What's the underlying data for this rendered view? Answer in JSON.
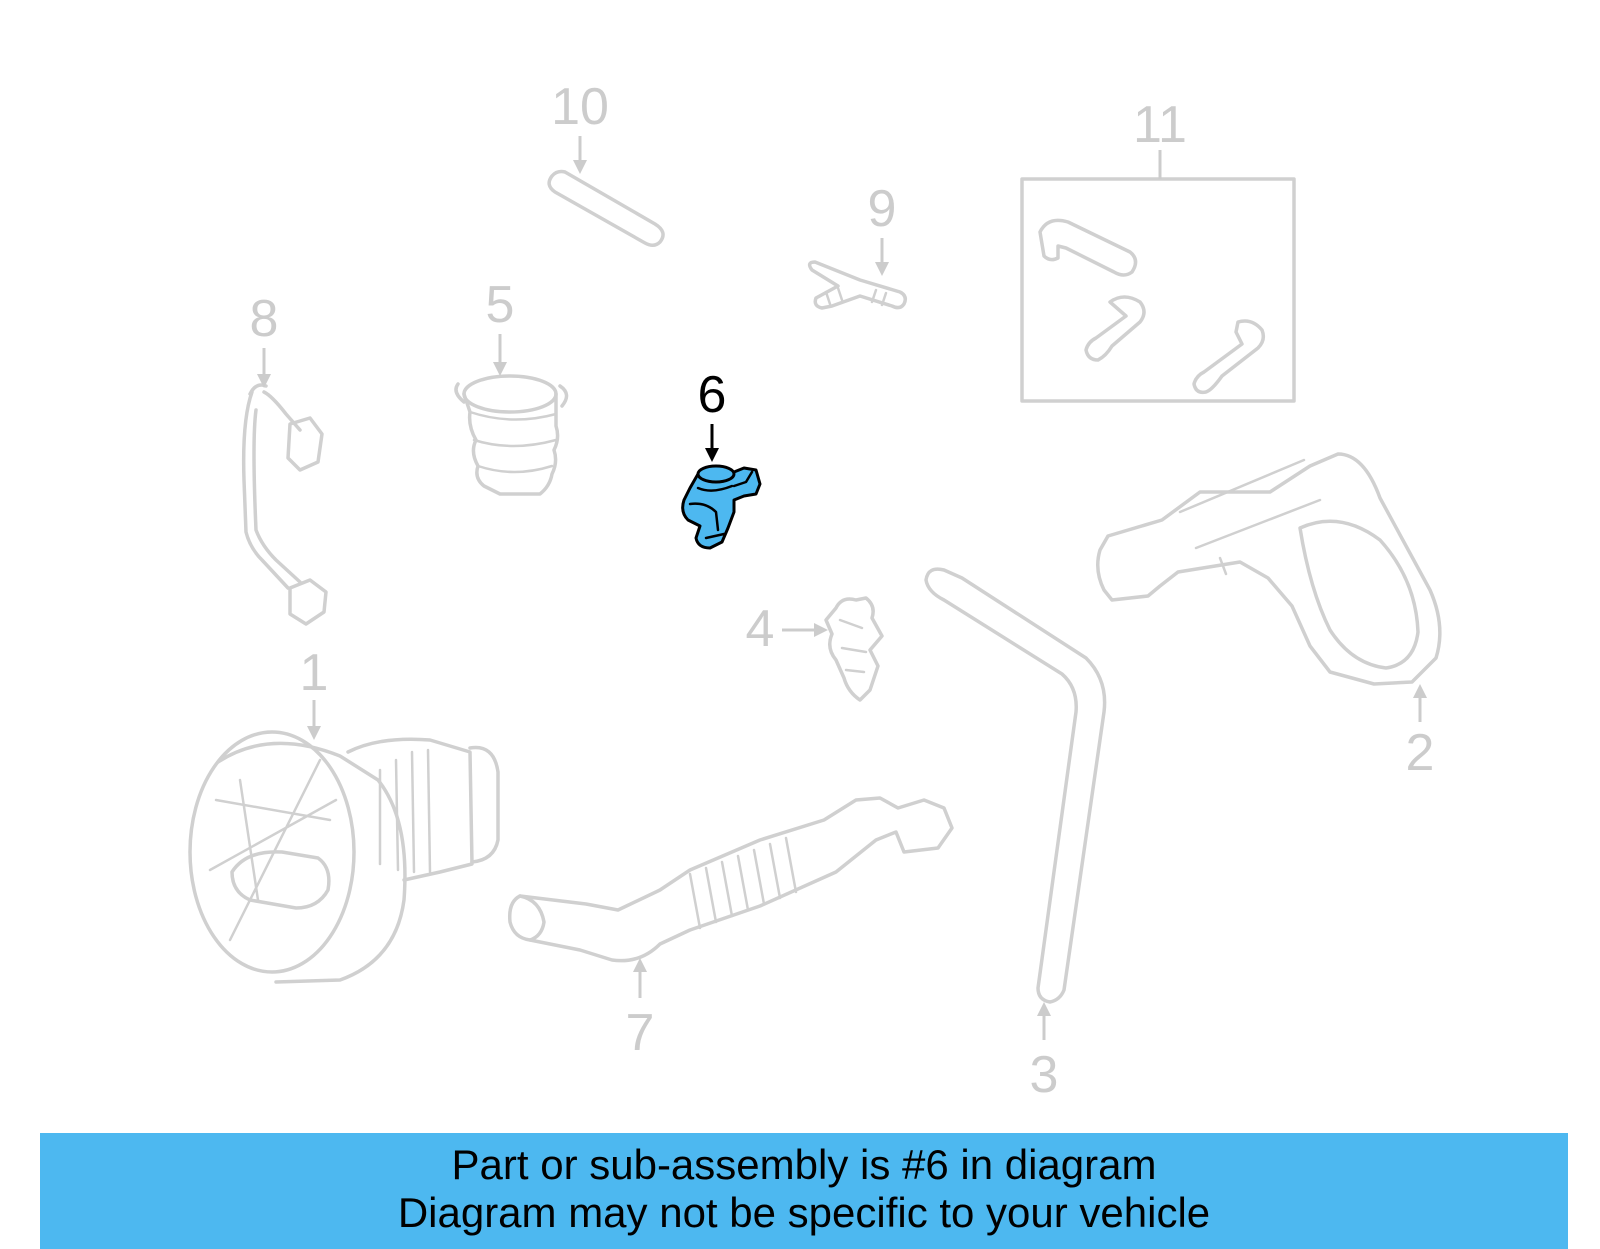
{
  "callouts": [
    {
      "number": "1",
      "highlighted": false
    },
    {
      "number": "2",
      "highlighted": false
    },
    {
      "number": "3",
      "highlighted": false
    },
    {
      "number": "4",
      "highlighted": false
    },
    {
      "number": "5",
      "highlighted": false
    },
    {
      "number": "6",
      "highlighted": true
    },
    {
      "number": "7",
      "highlighted": false
    },
    {
      "number": "8",
      "highlighted": false
    },
    {
      "number": "9",
      "highlighted": false
    },
    {
      "number": "10",
      "highlighted": false
    },
    {
      "number": "11",
      "highlighted": false
    }
  ],
  "banner": {
    "line1": "Part or sub-assembly is #6 in diagram",
    "line2": "Diagram may not be specific to your vehicle"
  },
  "colors": {
    "highlight": "#4db8f0",
    "ghost_lines": "#d0d0d0",
    "banner_background": "#4db8f0"
  }
}
